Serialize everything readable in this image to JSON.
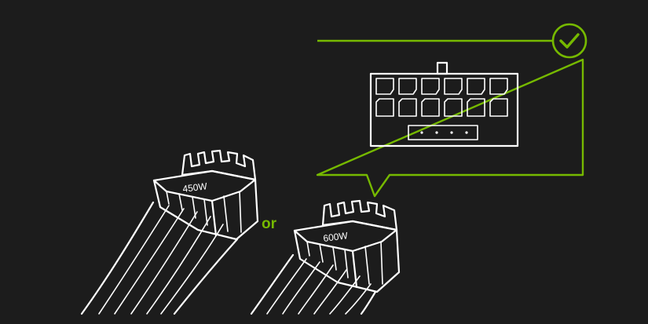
{
  "connector_left": {
    "wattage_label": "450W"
  },
  "connector_right": {
    "wattage_label": "600W"
  },
  "separator": {
    "text": "or"
  },
  "callout": {
    "status_icon": "checkmark-circle-icon"
  },
  "colors": {
    "background": "#1c1c1c",
    "accent": "#76b900",
    "line": "#ffffff"
  }
}
